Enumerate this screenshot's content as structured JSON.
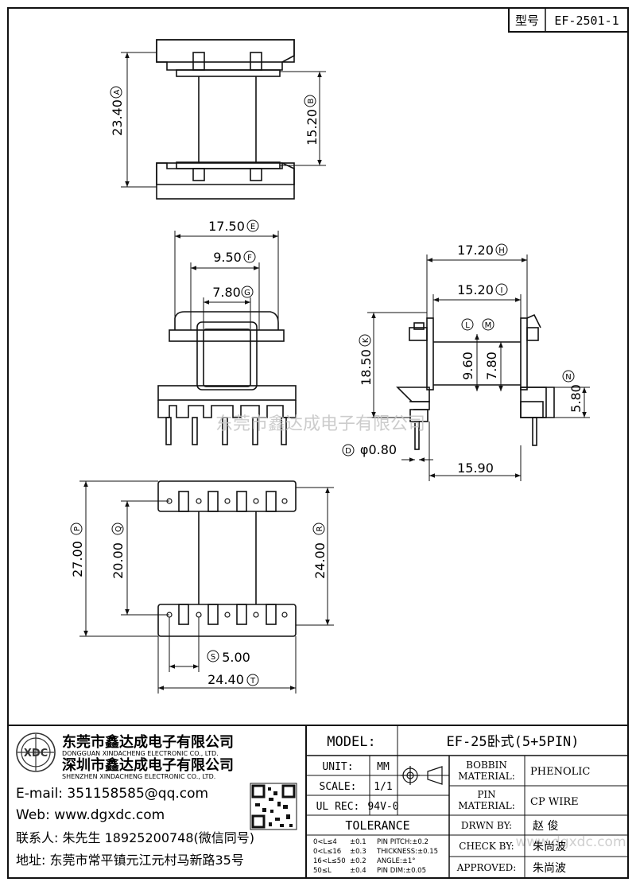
{
  "part_box": {
    "label": "型号",
    "value": "EF-2501-1"
  },
  "dims": {
    "A": {
      "value": "23.40",
      "mark": "A"
    },
    "B": {
      "value": "15.20",
      "mark": "B"
    },
    "E": {
      "value": "17.50",
      "mark": "E"
    },
    "F": {
      "value": "9.50",
      "mark": "F"
    },
    "G": {
      "value": "7.80",
      "mark": "G"
    },
    "H": {
      "value": "17.20",
      "mark": "H"
    },
    "I": {
      "value": "15.20",
      "mark": "I"
    },
    "K": {
      "value": "18.50",
      "mark": "K"
    },
    "L": {
      "mark": "L"
    },
    "M": {
      "mark": "M"
    },
    "L_val": {
      "value": "9.60"
    },
    "M_val": {
      "value": "7.80"
    },
    "N": {
      "value": "5.80",
      "mark": "N"
    },
    "D": {
      "value": "φ0.80",
      "mark": "D"
    },
    "w1590": {
      "value": "15.90"
    },
    "P": {
      "value": "27.00",
      "mark": "P"
    },
    "Q": {
      "value": "20.00",
      "mark": "Q"
    },
    "R": {
      "value": "24.00",
      "mark": "R"
    },
    "S": {
      "value": "5.00",
      "mark": "S"
    },
    "T": {
      "value": "24.40",
      "mark": "T"
    }
  },
  "watermark": {
    "text": "东莞市鑫达成电子有限公司",
    "corner": "www.dgxdc.com"
  },
  "company": {
    "name_dg": "东莞市鑫达成电子有限公司",
    "en_dg": "DONGGUAN XINDACHENG ELECTRONIC CO., LTD.",
    "name_sz": "深圳市鑫达成电子有限公司",
    "en_sz": "SHENZHEN XINDACHENG ELECTRONIC CO., LTD.",
    "email": "E-mail: 351158585@qq.com",
    "web": "Web: www.dgxdc.com",
    "contact": "联系人: 朱先生 18925200748(微信同号)",
    "address": "地址: 东莞市常平镇元江元村马新路35号"
  },
  "title_block": {
    "model_label": "MODEL:",
    "model_value": "EF-25卧式(5+5PIN)",
    "unit_label": "UNIT:",
    "unit_value": "MM",
    "scale_label": "SCALE:",
    "scale_value": "1/1",
    "ulrec_label": "UL REC:",
    "ulrec_value": "94V-0",
    "tolerance_label": "TOLERANCE",
    "tol_rows": [
      {
        "range": "0<L≤4",
        "val": "±0.1",
        "spec": "PIN PITCH:±0.2"
      },
      {
        "range": "0<L≤16",
        "val": "±0.3",
        "spec": "THICKNESS:±0.15"
      },
      {
        "range": "16<L≤50",
        "val": "±0.2",
        "spec": "ANGLE:±1°"
      },
      {
        "range": "50≤L",
        "val": "±0.4",
        "spec": "PIN DIM:±0.05"
      }
    ],
    "bobbin_label_1": "BOBBIN",
    "bobbin_label_2": "MATERIAL:",
    "bobbin_value": "PHENOLIC",
    "pin_label_1": "PIN",
    "pin_label_2": "MATERIAL:",
    "pin_value": "CP WIRE",
    "drawn_label": "DRWN BY:",
    "drawn_value": "赵 俊",
    "check_label": "CHECK BY:",
    "check_value": "朱尚波",
    "approved_label": "APPROVED:",
    "approved_value": "朱尚波"
  }
}
